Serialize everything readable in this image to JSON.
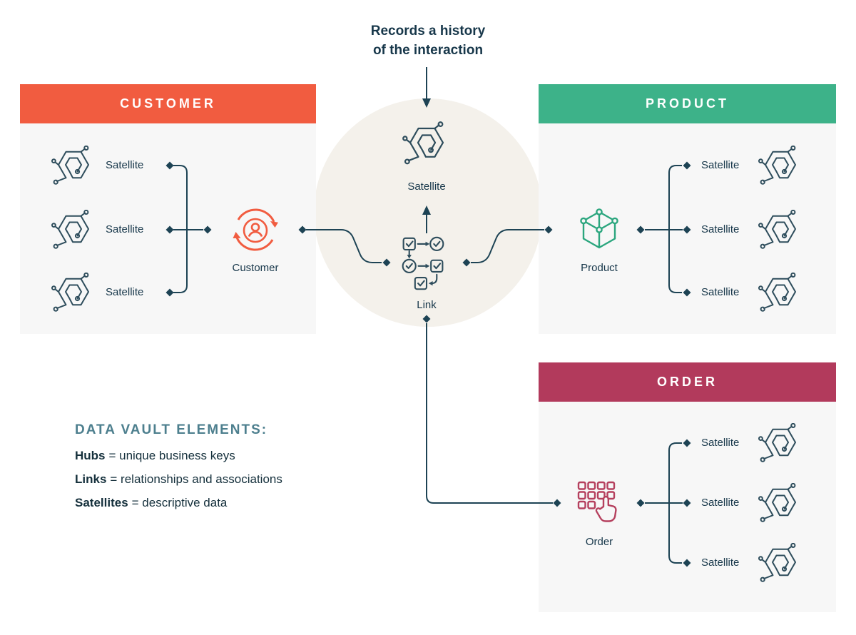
{
  "colors": {
    "customer": "#F15C40",
    "product": "#3DB289",
    "product_icon": "#2BA67E",
    "order": "#B23A5C",
    "order_icon": "#B5405E",
    "navy": "#1D4354",
    "navy_icon": "#2E4D5C",
    "panel_bg": "#F7F7F7",
    "circle_bg": "#F4F1EB",
    "legend_title": "#4D7F8E",
    "text_dark": "#17374A"
  },
  "annotation": {
    "line1": "Records a history",
    "line2": "of the interaction"
  },
  "center": {
    "satellite_label": "Satellite",
    "link_label": "Link"
  },
  "panels": {
    "customer": {
      "title": "CUSTOMER",
      "hub_label": "Customer",
      "satellites": [
        "Satellite",
        "Satellite",
        "Satellite"
      ]
    },
    "product": {
      "title": "PRODUCT",
      "hub_label": "Product",
      "satellites": [
        "Satellite",
        "Satellite",
        "Satellite"
      ]
    },
    "order": {
      "title": "ORDER",
      "hub_label": "Order",
      "satellites": [
        "Satellite",
        "Satellite",
        "Satellite"
      ]
    }
  },
  "legend": {
    "title": "DATA VAULT ELEMENTS:",
    "items": [
      {
        "term": "Hubs",
        "definition": "= unique business keys"
      },
      {
        "term": "Links",
        "definition": "= relationships and associations"
      },
      {
        "term": "Satellites",
        "definition": "= descriptive data"
      }
    ]
  }
}
